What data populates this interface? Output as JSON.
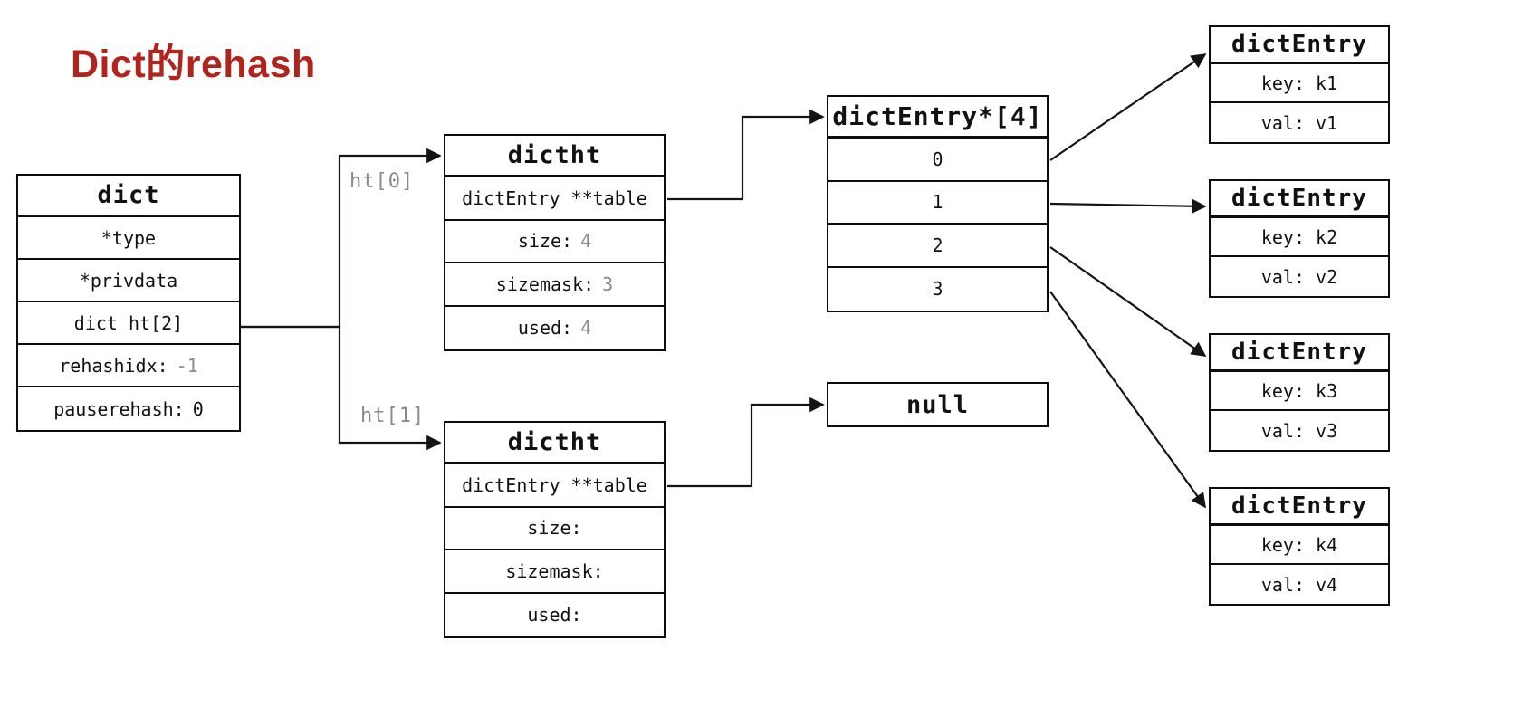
{
  "title": "Dict的rehash",
  "colors": {
    "title-red": "#b0241c",
    "muted-gray": "#8a8a8a",
    "line-black": "#141414"
  },
  "labels": {
    "ht0": "ht[0]",
    "ht1": "ht[1]"
  },
  "dict": {
    "header": "dict",
    "rows": [
      {
        "label": "*type",
        "value": ""
      },
      {
        "label": "*privdata",
        "value": ""
      },
      {
        "label": "dict ht[2]",
        "value": ""
      },
      {
        "label": "rehashidx:",
        "value": "-1"
      },
      {
        "label": "pauserehash:",
        "value": "0"
      }
    ]
  },
  "ht0_table": {
    "header": "dictht",
    "rows": [
      {
        "label": "dictEntry **table",
        "value": ""
      },
      {
        "label": "size:",
        "value": "4"
      },
      {
        "label": "sizemask:",
        "value": "3"
      },
      {
        "label": "used:",
        "value": "4"
      }
    ]
  },
  "ht1_table": {
    "header": "dictht",
    "rows": [
      {
        "label": "dictEntry **table",
        "value": ""
      },
      {
        "label": "size:",
        "value": ""
      },
      {
        "label": "sizemask:",
        "value": ""
      },
      {
        "label": "used:",
        "value": ""
      }
    ]
  },
  "bucket_array": {
    "header": "dictEntry*[4]",
    "slots": [
      "0",
      "1",
      "2",
      "3"
    ]
  },
  "null_box": {
    "label": "null"
  },
  "entries": [
    {
      "header": "dictEntry",
      "key": "key: k1",
      "val": "val: v1"
    },
    {
      "header": "dictEntry",
      "key": "key: k2",
      "val": "val: v2"
    },
    {
      "header": "dictEntry",
      "key": "key: k3",
      "val": "val: v3"
    },
    {
      "header": "dictEntry",
      "key": "key: k4",
      "val": "val: v4"
    }
  ]
}
